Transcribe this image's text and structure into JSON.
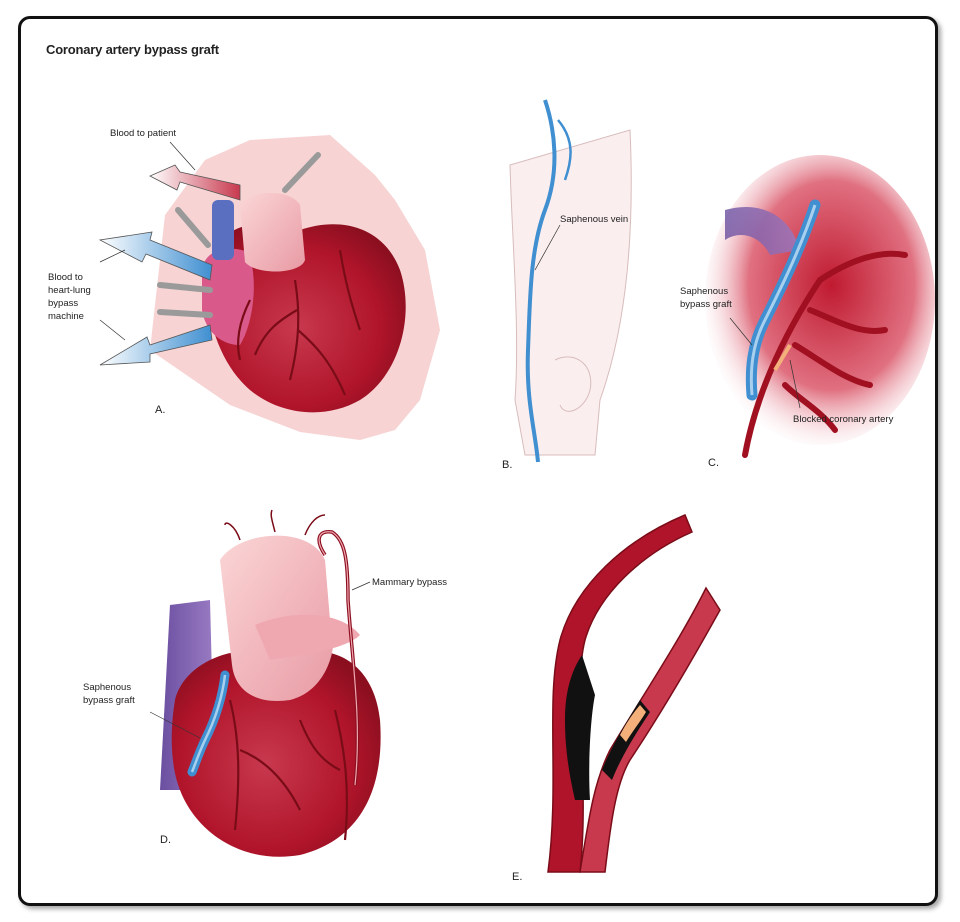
{
  "title": "Coronary artery bypass graft",
  "colors": {
    "heart_dark": "#b0142a",
    "heart_mid": "#c8394e",
    "heart_light": "#f0a8b0",
    "pericardium": "#f7d3d3",
    "vein_blue": "#3f8fd1",
    "vein_light": "#a8d0ee",
    "skin": "#fbeeee",
    "tube_gray": "#9a9a9a"
  },
  "panels": {
    "a": {
      "letter": "A.",
      "label_blood_to_patient": "Blood to patient",
      "label_heart_lung": [
        "Blood to",
        "heart-lung",
        "bypass",
        "machine"
      ]
    },
    "b": {
      "letter": "B.",
      "label_saphenous_vein": "Saphenous vein"
    },
    "c": {
      "letter": "C.",
      "label_graft": [
        "Saphenous",
        "bypass graft"
      ],
      "label_blocked": "Blocked coronary artery"
    },
    "d": {
      "letter": "D.",
      "label_mammary": "Mammary bypass",
      "label_graft": [
        "Saphenous",
        "bypass graft"
      ]
    },
    "e": {
      "letter": "E."
    }
  }
}
